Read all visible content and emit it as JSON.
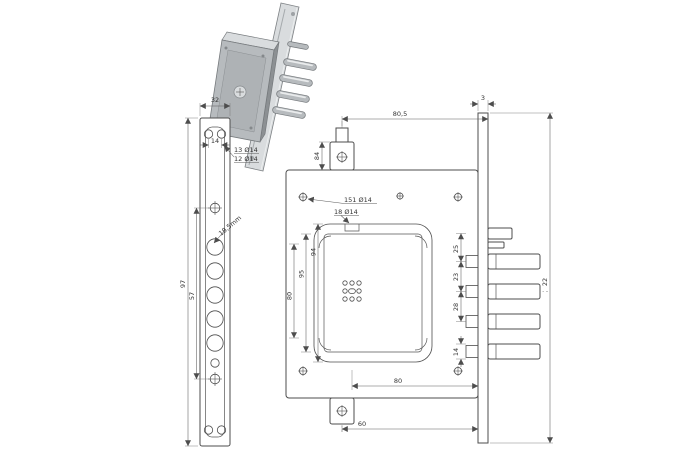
{
  "drawing": {
    "stroke": "#4d4d4d",
    "metal_light": "#d9dcde",
    "metal_mid": "#b7bbbe",
    "metal_dark": "#8c9093",
    "metal_shadow": "#75797c"
  },
  "faceplate_view": {
    "width": "32",
    "screw_spacing": "14",
    "callout_top": "13 Ø14",
    "callout_bottom": "12 Ø14",
    "height": "97",
    "hole_span": "57",
    "hole_diameter": "18,5mm"
  },
  "case_view": {
    "top_width": "80,5",
    "plate_thickness": "3",
    "tab_height": "84",
    "callout_hole_1": "151 Ø14",
    "callout_hole_2": "18 Ø14",
    "left_dim_1": "94",
    "left_dim_2": "95",
    "left_dim_3": "80",
    "right_dim_1": "25",
    "right_dim_2": "23",
    "right_dim_3": "28",
    "bolt_height": "14",
    "overall_length": "22",
    "backset_1": "80",
    "backset_2": "60"
  }
}
